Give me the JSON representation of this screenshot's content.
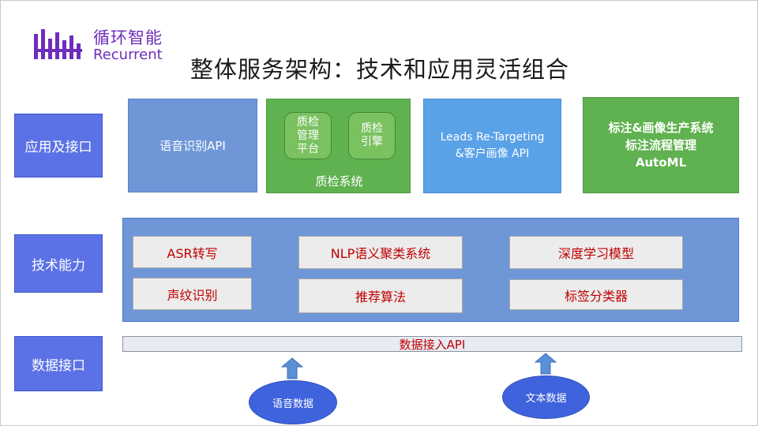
{
  "logo": {
    "name_cn": "循环智能",
    "name_en": "Recurrent"
  },
  "title": "整体服务架构：技术和应用灵活组合",
  "rows": {
    "app": "应用及接口",
    "tech": "技术能力",
    "data": "数据接口"
  },
  "apps": {
    "speech_api": "语音识别API",
    "qc_platform": [
      "质检",
      "管理",
      "平台"
    ],
    "qc_engine": [
      "质检",
      "引擎"
    ],
    "qc_system": "质检系统",
    "leads": [
      "Leads Re-Targeting",
      "&客户画像  API"
    ],
    "annotation": [
      "标注&画像生产系统",
      "标注流程管理",
      "AutoML"
    ]
  },
  "tech": {
    "asr": "ASR转写",
    "voiceprint": "声纹识别",
    "nlp": "NLP语义聚类系统",
    "recommend": "推荐算法",
    "deep_learning": "深度学习模型",
    "tag_classifier": "标签分类器"
  },
  "data_api": "数据接入API",
  "sources": {
    "voice": "语音数据",
    "text": "文本数据"
  },
  "colors": {
    "brand": "#6f2dbd",
    "row_label": "#5b72e6",
    "panel_blue": "#6f97d8",
    "light_blue": "#5aa2e8",
    "green": "#5fb24f",
    "tech_text": "#c00000",
    "source_ellipse": "#3f63dd"
  }
}
